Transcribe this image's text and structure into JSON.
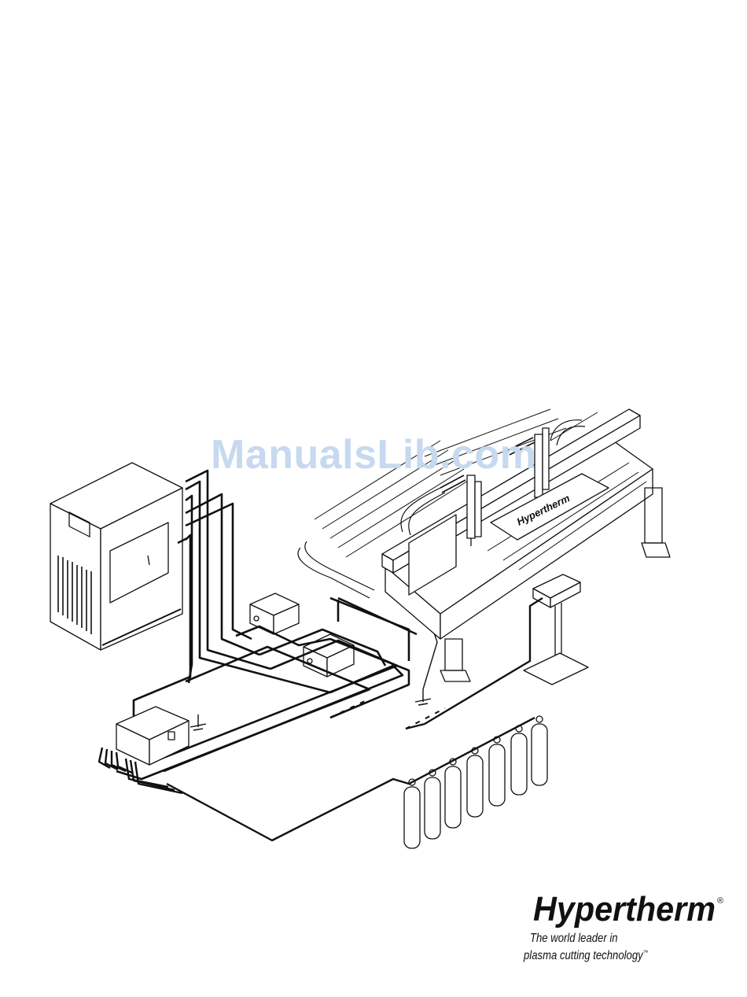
{
  "watermark": {
    "text": "ManualsLib.com",
    "color": "#c7d9ef"
  },
  "brand": {
    "logo_text": "Hypertherm",
    "tagline_line1": "The world leader in",
    "tagline_line2": "plasma cutting technology",
    "trademark_symbol": "™",
    "registered_symbol": "®"
  },
  "table_logo_text": "Hypertherm"
}
